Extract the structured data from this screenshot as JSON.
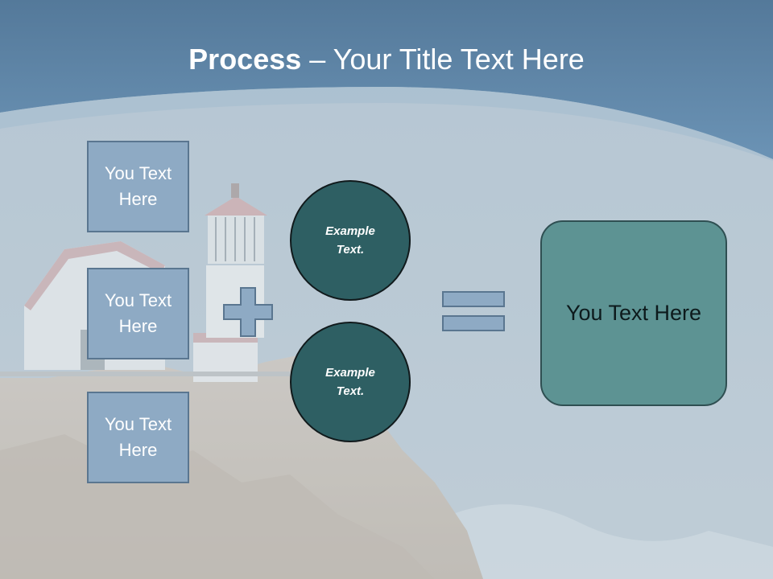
{
  "slide": {
    "title_bold": "Process",
    "title_rest": " – Your Title Text Here"
  },
  "left_boxes": [
    {
      "label": "You Text Here"
    },
    {
      "label": "You Text Here"
    },
    {
      "label": "You Text Here"
    }
  ],
  "circles": [
    {
      "label": "Example Text."
    },
    {
      "label": "Example Text."
    }
  ],
  "result": {
    "label": "You Text Here"
  },
  "colors": {
    "header_band": "#5a87ab",
    "box_fill": "#8eaac4",
    "circle_fill": "#2e5f63",
    "result_fill": "#5d9393"
  }
}
